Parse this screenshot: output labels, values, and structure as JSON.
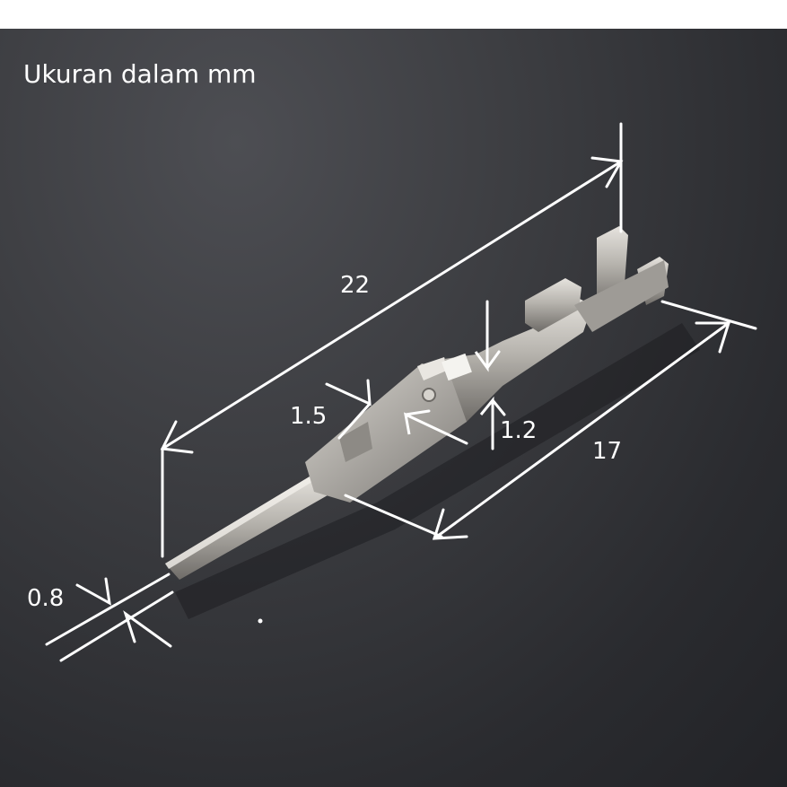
{
  "caption": "Ukuran dalam mm",
  "dimensions": {
    "total_length": "22",
    "body_length": "17",
    "tip_width": "1.5",
    "body_height": "1.2",
    "pin_width": "0.8"
  },
  "colors": {
    "background": "#3a3b40",
    "annotation": "#ffffff",
    "metal": "#b9b6b1"
  }
}
